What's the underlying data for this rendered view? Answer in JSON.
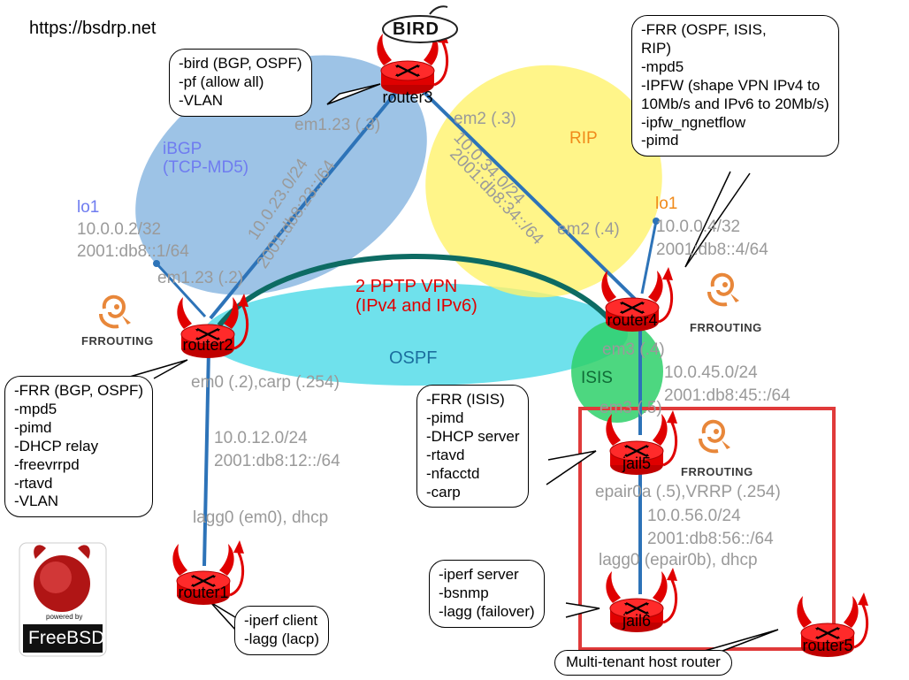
{
  "site_url": "https://bsdrp.net",
  "colors": {
    "bgp_zone": "#5b9bd5",
    "ospf_zone": "#3fd7e6",
    "rip_zone": "#fff36b",
    "isis_zone": "#2ed06a",
    "router_red": "#e00000",
    "link_blue": "#2d73b8",
    "vpn_teal": "#0d6b63",
    "host_box_red": "#e03a3a",
    "label_grey": "#9a9a9a",
    "ibgp_blue": "#6f7cf0",
    "rip_orange": "#f08a1a",
    "vpn_red": "#e00000"
  },
  "logos": {
    "bird": "BIRD",
    "frrouting": "FRROUTING",
    "freebsd_powered": "powered by",
    "freebsd": "FreeBSD"
  },
  "zones": {
    "ibgp": "iBGP\n(TCP-MD5)",
    "rip": "RIP",
    "ospf": "OSPF",
    "isis": "ISIS"
  },
  "vpn": {
    "label": "2 PPTP VPN\n(IPv4 and IPv6)"
  },
  "routers": {
    "router1": "router1",
    "router2": "router2",
    "router3": "router3",
    "router4": "router4",
    "router5": "router5",
    "jail5": "jail5",
    "jail6": "jail6"
  },
  "loopbacks": {
    "r2": {
      "name": "lo1",
      "ipv4": "10.0.0.2/32",
      "ipv6": "2001:db8::1/64"
    },
    "r4": {
      "name": "lo1",
      "ipv4": "10.0.0.4/32",
      "ipv6": "2001:db8::4/64"
    }
  },
  "interfaces": {
    "r3_em1": "em1.23 (.3)",
    "r3_em2": "em2 (.3)",
    "r2_em1": "em1.23 (.2)",
    "r4_em2": "em2 (.4)",
    "r2_em0": "em0 (.2),carp (.254)",
    "r4_em3": "em3 (.4)",
    "j5_em3": "em3 (.5)",
    "r1_lagg": "lagg0 (em0), dhcp",
    "j5_epair": "epair0a (.5),VRRP (.254)",
    "j6_lagg": "lagg0 (epair0b), dhcp"
  },
  "networks": {
    "n23": {
      "ipv4": "10.0.23.0/24",
      "ipv6": "2001:db8:23::/64"
    },
    "n34": {
      "ipv4": "10.0.34.0/24",
      "ipv6": "2001:db8:34::/64"
    },
    "n12": {
      "ipv4": "10.0.12.0/24",
      "ipv6": "2001:db8:12::/64"
    },
    "n45": {
      "ipv4": "10.0.45.0/24",
      "ipv6": "2001:db8:45::/64"
    },
    "n56": {
      "ipv4": "10.0.56.0/24",
      "ipv6": "2001:db8:56::/64"
    }
  },
  "notes": {
    "router3": "-bird (BGP, OSPF)\n-pf (allow all)\n-VLAN",
    "router4": "-FRR (OSPF, ISIS,\nRIP)\n-mpd5\n-IPFW (shape VPN IPv4 to\n10Mb/s and IPv6 to 20Mb/s)\n-ipfw_ngnetflow\n-pimd",
    "router2": "-FRR (BGP, OSPF)\n-mpd5\n-pimd\n-DHCP relay\n-freevrrpd\n-rtavd\n-VLAN",
    "jail5": "-FRR (ISIS)\n-pimd\n-DHCP server\n-rtavd\n-nfacctd\n-carp",
    "jail6": "-iperf server\n-bsnmp\n-lagg (failover)",
    "router1": "-iperf client\n-lagg (lacp)",
    "host": "Multi-tenant host router"
  }
}
